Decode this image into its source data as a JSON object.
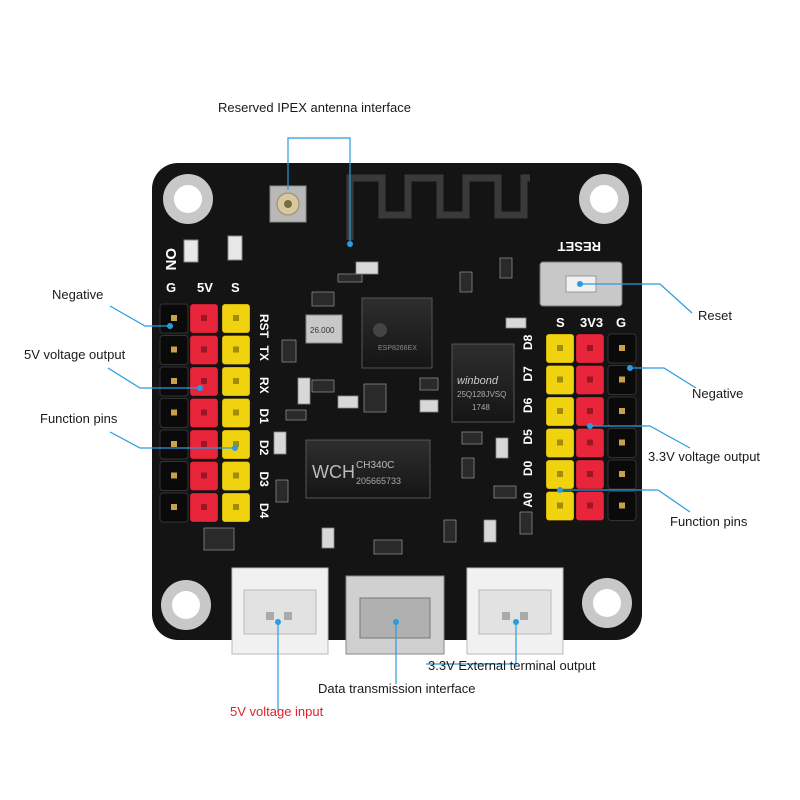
{
  "board": {
    "wifi_module_marking": "ESP8266EX",
    "usb_chip_logo": "WCH",
    "usb_chip_name": "CH340C",
    "usb_chip_code": "205665733",
    "flash_brand": "winbond",
    "flash_part": "25Q128JVSQ",
    "flash_date": "1748",
    "crystal_label": "26.000",
    "on_label": "ON",
    "reset_label": "RESET",
    "left_header_titles": [
      "G",
      "5V",
      "S"
    ],
    "left_pin_labels": [
      "RST",
      "TX",
      "RX",
      "D1",
      "D2",
      "D3",
      "D4"
    ],
    "right_header_titles": [
      "S",
      "3V3",
      "G"
    ],
    "right_pin_labels": [
      "D8",
      "D7",
      "D6",
      "D5",
      "D0",
      "A0"
    ]
  },
  "callouts": {
    "ipex": "Reserved IPEX antenna interface",
    "negative_left": "Negative",
    "v5_output": "5V voltage output",
    "function_left": "Function pins",
    "reset": "Reset",
    "negative_right": "Negative",
    "v33_output": "3.3V voltage output",
    "function_right": "Function pins",
    "v33_terminal": "3.3V External terminal output",
    "data_interface": "Data transmission interface",
    "v5_input": "5V voltage input"
  },
  "colors": {
    "pcb": "#141414",
    "header_red": "#e8253a",
    "header_yellow": "#f1d20e",
    "callout_line": "#2b9be0",
    "v5_input_text": "#e0202a"
  }
}
